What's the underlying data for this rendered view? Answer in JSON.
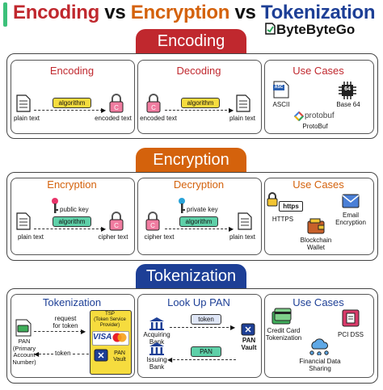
{
  "title": {
    "part1": "Encoding",
    "vs1": " vs ",
    "part2": "Encryption",
    "vs2": " vs ",
    "part3": "Tokenization"
  },
  "brand": "ByteByteGo",
  "colors": {
    "encoding": "#c0282e",
    "encryption": "#d4620c",
    "tokenization": "#1d3f96"
  },
  "encoding": {
    "header": "Encoding",
    "panel1": {
      "title": "Encoding",
      "pill": "algorithm",
      "left_label": "plain text",
      "right_label": "encoded text"
    },
    "panel2": {
      "title": "Decoding",
      "pill": "algorithm",
      "left_label": "encoded text",
      "right_label": "plain text"
    },
    "panel3": {
      "title": "Use Cases",
      "ascii_badge": "ASC",
      "ascii": "ASCII",
      "base64_badge": "64",
      "base64": "Base 64",
      "protobuf_logo": "protobuf",
      "protobuf": "ProtoBuf"
    }
  },
  "encryption": {
    "header": "Encryption",
    "panel1": {
      "title": "Encryption",
      "key": "public key",
      "pill": "algorithm",
      "left_label": "plain text",
      "right_label": "cipher text"
    },
    "panel2": {
      "title": "Decryption",
      "key": "private key",
      "pill": "algorithm",
      "left_label": "cipher text",
      "right_label": "plain text"
    },
    "panel3": {
      "title": "Use Cases",
      "https_badge": "https",
      "https": "HTTPS",
      "email_1": "Email",
      "email_2": "Encryption",
      "wallet_1": "Blockchain",
      "wallet_2": "Wallet"
    }
  },
  "tokenization": {
    "header": "Tokenization",
    "panel1": {
      "title": "Tokenization",
      "request_1": "request",
      "request_2": "for token",
      "token": "token",
      "pan_1": "PAN",
      "pan_2": "(Primary",
      "pan_3": "Account",
      "pan_4": "Number)",
      "tsp_1": "TSP",
      "tsp_2": "(Token Service",
      "tsp_3": "Provider)",
      "visa": "VISA",
      "vault_1": "PAN",
      "vault_2": "Vault"
    },
    "panel2": {
      "title": "Look Up PAN",
      "acq_1": "Acquiring",
      "acq_2": "Bank",
      "iss_1": "Issuing",
      "iss_2": "Bank",
      "token_pill": "token",
      "pan_pill": "PAN",
      "vault_1": "PAN",
      "vault_2": "Vault"
    },
    "panel3": {
      "title": "Use Cases",
      "cc_1": "Credit Card",
      "cc_2": "Tokenization",
      "pci": "PCI DSS",
      "fin_1": "Financial Data",
      "fin_2": "Sharing"
    }
  }
}
